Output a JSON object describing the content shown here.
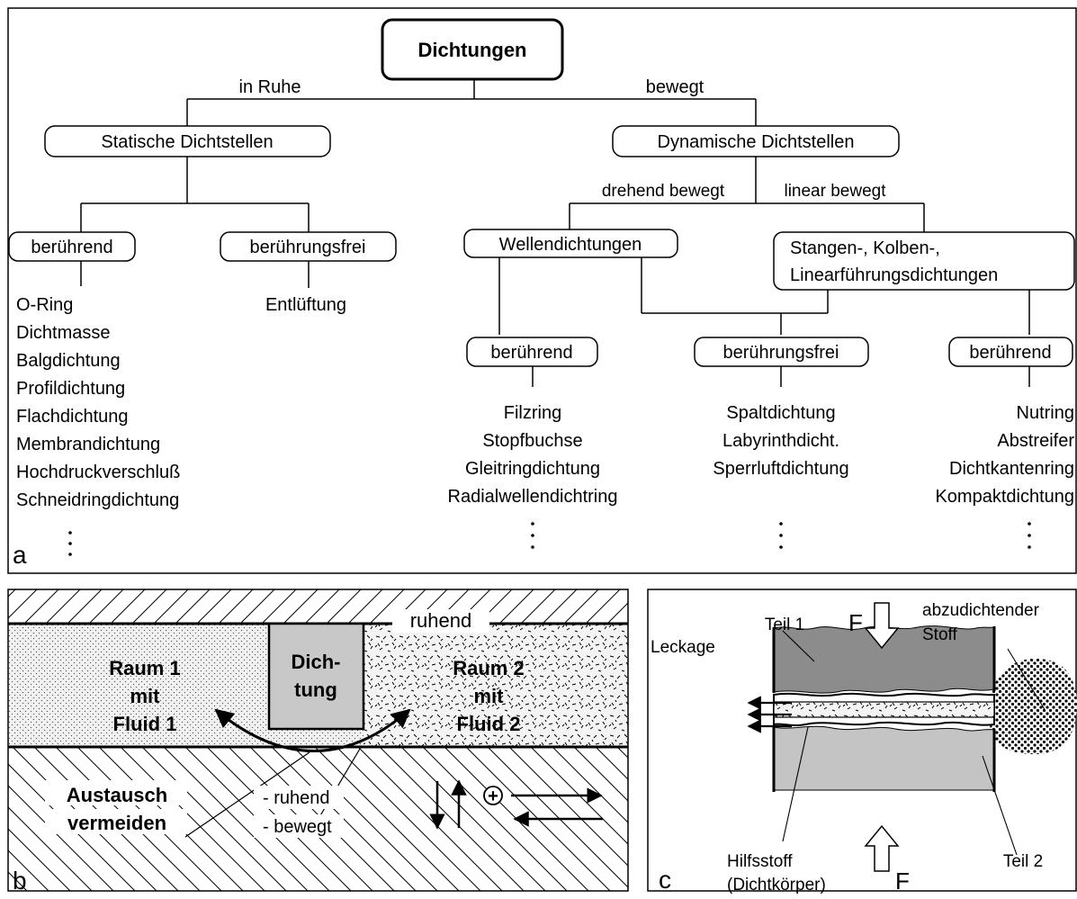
{
  "panel_a": {
    "letter": "a",
    "root": "Dichtungen",
    "branch_rest": "in Ruhe",
    "branch_moving": "bewegt",
    "static": {
      "title": "Statische Dichtstellen",
      "contact": "berührend",
      "noncontact": "berührungsfrei",
      "contact_items": [
        "O-Ring",
        "Dichtmasse",
        "Balgdichtung",
        "Profildichtung",
        "Flachdichtung",
        "Membrandichtung",
        "Hochdruckverschluß",
        "Schneidringdichtung"
      ],
      "noncontact_items": [
        "Entlüftung"
      ]
    },
    "dynamic": {
      "title": "Dynamische Dichtstellen",
      "rotating": "drehend bewegt",
      "linear": "linear bewegt",
      "shaft_seals": "Wellendichtungen",
      "rod_seals_line1": "Stangen-, Kolben-,",
      "rod_seals_line2": "Linearführungsdichtungen",
      "shaft_contact": "berührend",
      "noncontact": "berührungsfrei",
      "rod_contact": "berührend",
      "shaft_contact_items": [
        "Filzring",
        "Stopfbuchse",
        "Gleitringdichtung",
        "Radialwellendichtring"
      ],
      "noncontact_items": [
        "Spaltdichtung",
        "Labyrinthdicht.",
        "Sperrluftdichtung"
      ],
      "rod_contact_items": [
        "Nutring",
        "Abstreifer",
        "Dichtkantenring",
        "Kompaktdichtung"
      ]
    }
  },
  "panel_b": {
    "letter": "b",
    "top_label": "ruhend",
    "space1": [
      "Raum 1",
      "mit",
      "Fluid 1"
    ],
    "seal": [
      "Dich-",
      "tung"
    ],
    "space2": [
      "Raum 2",
      "mit",
      "Fluid 2"
    ],
    "exchange": [
      "Austausch",
      "vermeiden"
    ],
    "base_labels": [
      "- ruhend",
      "- bewegt"
    ],
    "plus_symbol": "+"
  },
  "panel_c": {
    "letter": "c",
    "part1": "Teil 1",
    "part2": "Teil 2",
    "force": "F",
    "medium": [
      "abzudichtender",
      "Stoff"
    ],
    "leakage": "Leckage",
    "auxiliary": [
      "Hilfsstoff",
      "(Dichtkörper)"
    ]
  },
  "colors": {
    "line": "#000000",
    "box_gray": "#c8c8c8",
    "part1_gray": "#8c8c8c",
    "part2_gray": "#c4c4c4",
    "background": "#ffffff"
  }
}
